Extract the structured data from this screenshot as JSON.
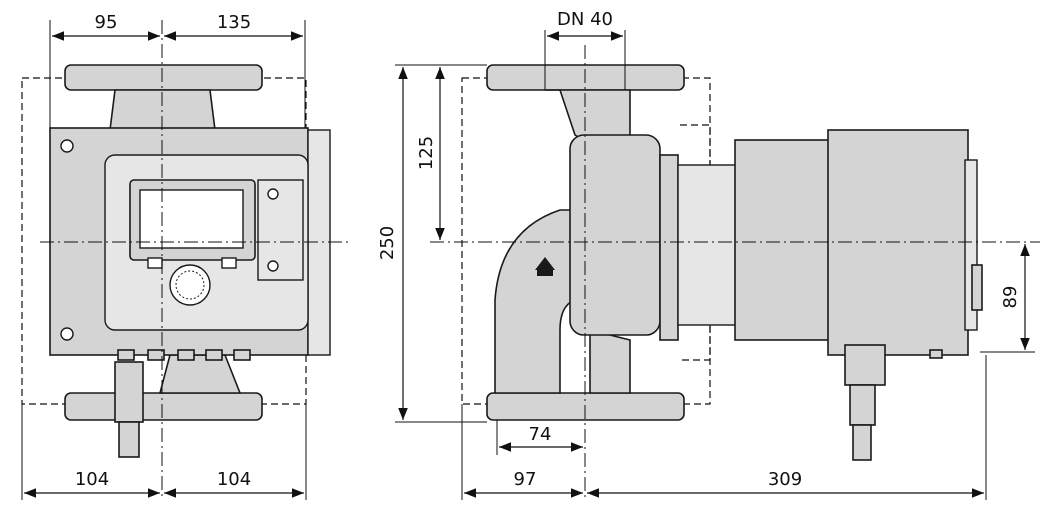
{
  "drawing": {
    "front_view": {
      "dim_top_left": "95",
      "dim_top_right": "135",
      "dim_bottom_left": "104",
      "dim_bottom_right": "104"
    },
    "side_view": {
      "dim_flange": "DN 40",
      "dim_height_total": "250",
      "dim_height_half": "125",
      "dim_axis_offset": "89",
      "dim_flange_offset": "74",
      "dim_left_length": "97",
      "dim_right_length": "309"
    },
    "colors": {
      "fill": "#d4d4d4",
      "line": "#1a1a1a"
    }
  }
}
